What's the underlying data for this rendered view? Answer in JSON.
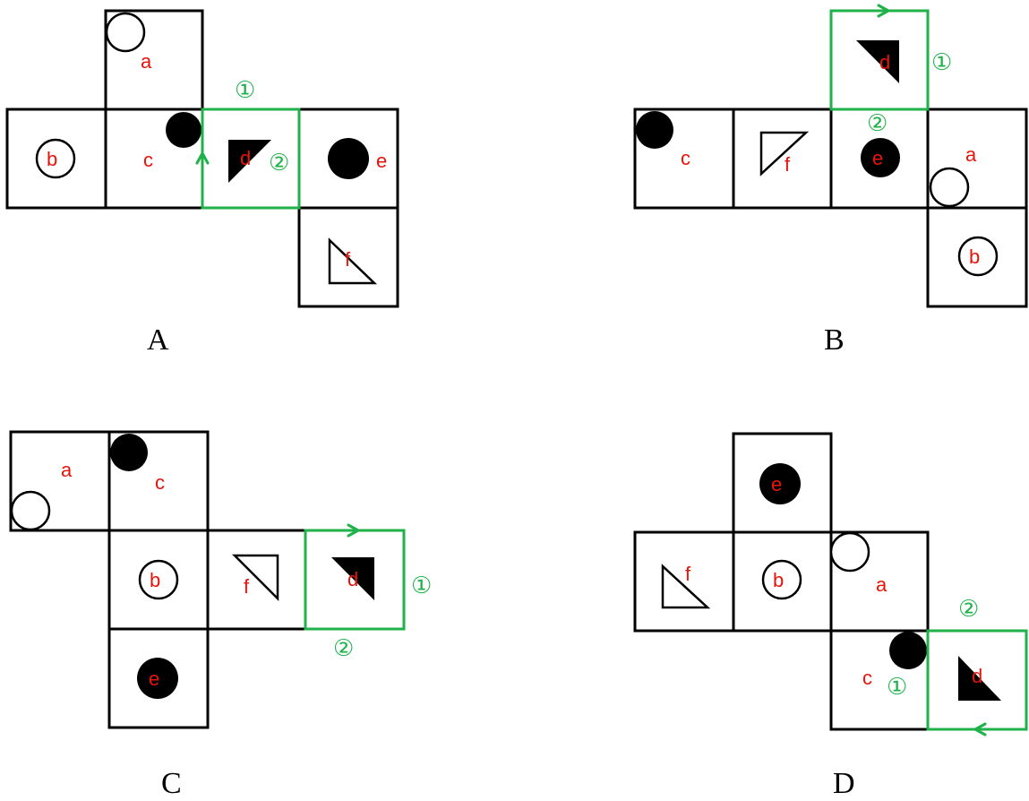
{
  "options": [
    {
      "id": "A",
      "caption": "A",
      "marks": [
        "①",
        "②"
      ],
      "faces": {
        "a": "a",
        "b": "b",
        "c": "c",
        "d": "d",
        "e": "e",
        "f": "f"
      }
    },
    {
      "id": "B",
      "caption": "B",
      "marks": [
        "①",
        "②"
      ],
      "faces": {
        "a": "a",
        "b": "b",
        "c": "c",
        "d": "d",
        "e": "e",
        "f": "f"
      }
    },
    {
      "id": "C",
      "caption": "C",
      "marks": [
        "①",
        "②"
      ],
      "faces": {
        "a": "a",
        "b": "b",
        "c": "c",
        "d": "d",
        "e": "e",
        "f": "f"
      }
    },
    {
      "id": "D",
      "caption": "D",
      "marks": [
        "①",
        "②"
      ],
      "faces": {
        "a": "a",
        "b": "b",
        "c": "c",
        "d": "d",
        "e": "e",
        "f": "f"
      }
    }
  ],
  "colors": {
    "label": "#e8140c",
    "highlight": "#1fb24a",
    "line": "#000000"
  }
}
